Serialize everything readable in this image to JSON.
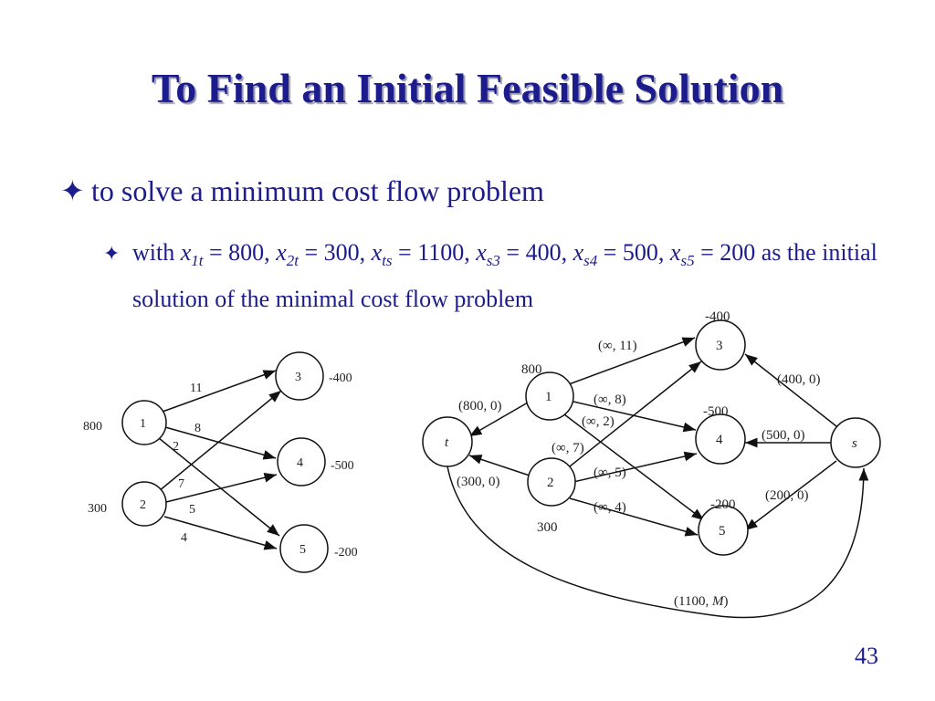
{
  "title": "To Find an Initial Feasible Solution",
  "bullet_symbol": "✦",
  "bullet1": "to solve a minimum cost flow problem",
  "bullet2": {
    "pre": "with ",
    "parts": [
      {
        "var": "x",
        "sub": "1t",
        "eq": " = 800, "
      },
      {
        "var": "x",
        "sub": "2t",
        "eq": " = 300, "
      },
      {
        "var": "x",
        "sub": "ts",
        "eq": " = 1100, "
      },
      {
        "var": "x",
        "sub": "s3",
        "eq": " = 400, "
      },
      {
        "var": "x",
        "sub": "s4",
        "eq": " = 500, "
      },
      {
        "var": "x",
        "sub": "s5",
        "eq": " = 200 as the initial solution of the minimal cost flow problem"
      }
    ]
  },
  "page_number": "43",
  "left_graph": {
    "nodes": [
      {
        "id": "1",
        "supply": "800"
      },
      {
        "id": "2",
        "supply": "300"
      },
      {
        "id": "3",
        "demand": "-400"
      },
      {
        "id": "4",
        "demand": "-500"
      },
      {
        "id": "5",
        "demand": "-200"
      }
    ],
    "edges": [
      {
        "from": "1",
        "to": "3",
        "cost": "11"
      },
      {
        "from": "1",
        "to": "4",
        "cost": "8"
      },
      {
        "from": "1",
        "to": "5",
        "cost": "2"
      },
      {
        "from": "2",
        "to": "3",
        "cost": "7"
      },
      {
        "from": "2",
        "to": "4",
        "cost": "5"
      },
      {
        "from": "2",
        "to": "5",
        "cost": "4"
      }
    ]
  },
  "right_graph": {
    "nodes": [
      {
        "id": "1",
        "label": "800"
      },
      {
        "id": "2",
        "label": "300"
      },
      {
        "id": "3",
        "label": "-400"
      },
      {
        "id": "4",
        "label": "-500"
      },
      {
        "id": "5",
        "label": "-200"
      },
      {
        "id": "t",
        "label": ""
      },
      {
        "id": "s",
        "label": ""
      }
    ],
    "edges": [
      {
        "from": "1",
        "to": "3",
        "label": "(∞, 11)"
      },
      {
        "from": "1",
        "to": "4",
        "label": "(∞, 8)"
      },
      {
        "from": "1",
        "to": "5",
        "label": "(∞, 2)"
      },
      {
        "from": "2",
        "to": "3",
        "label": "(∞, 7)"
      },
      {
        "from": "2",
        "to": "4",
        "label": "(∞, 5)"
      },
      {
        "from": "2",
        "to": "5",
        "label": "(∞, 4)"
      },
      {
        "from": "1",
        "to": "t",
        "label": "(800, 0)"
      },
      {
        "from": "2",
        "to": "t",
        "label": "(300, 0)"
      },
      {
        "from": "s",
        "to": "3",
        "label": "(400, 0)"
      },
      {
        "from": "s",
        "to": "4",
        "label": "(500, 0)"
      },
      {
        "from": "s",
        "to": "5",
        "label": "(200, 0)"
      },
      {
        "from": "t",
        "to": "s",
        "label_pre": "(1100, ",
        "label_var": "M",
        "label_post": ")"
      }
    ]
  }
}
